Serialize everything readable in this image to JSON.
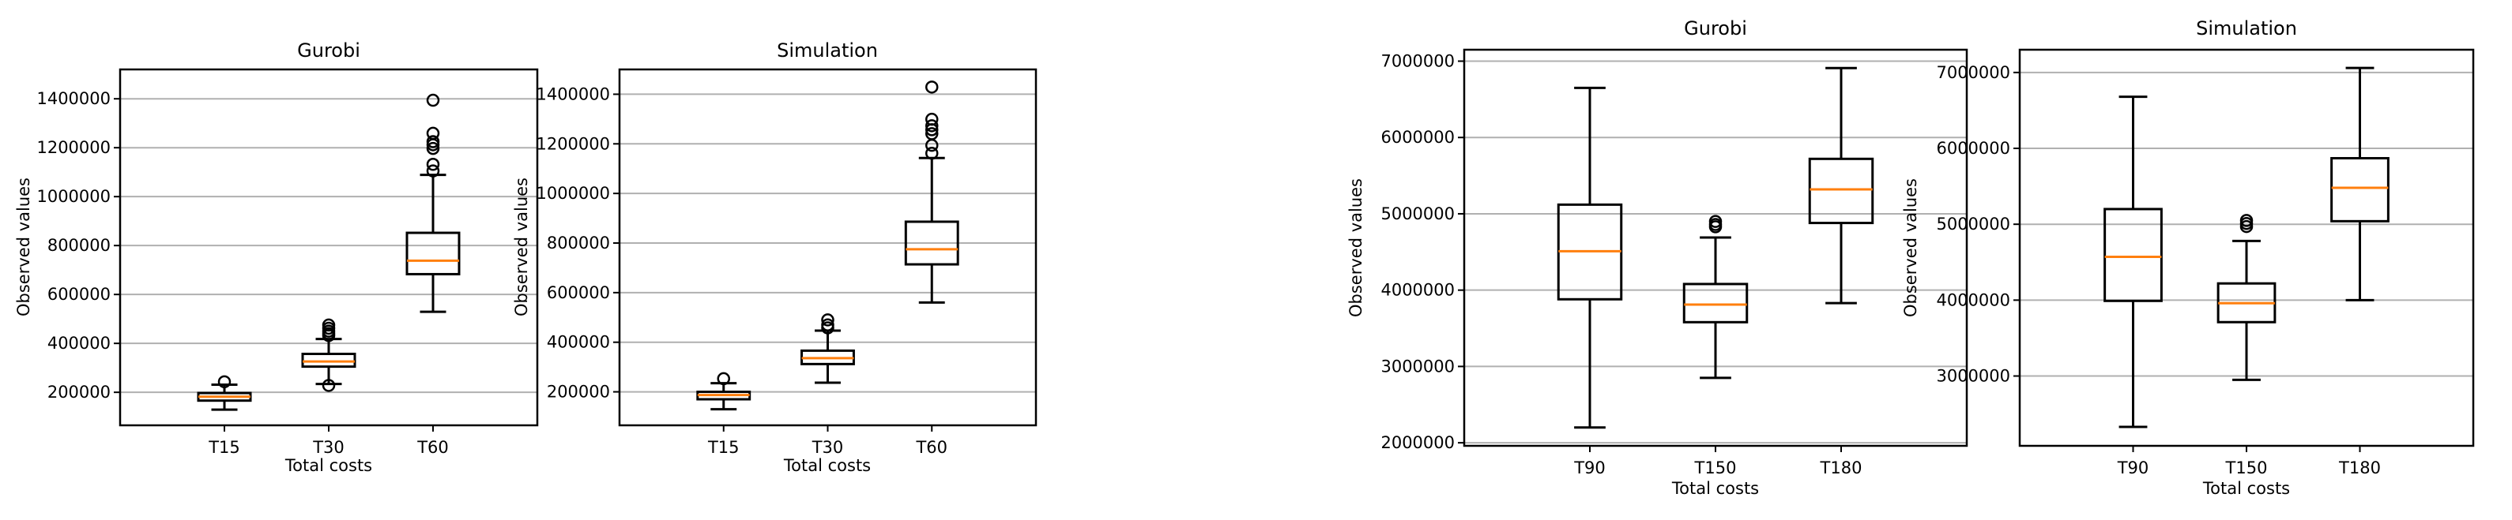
{
  "chart_data": [
    {
      "type": "box",
      "title": "Gurobi",
      "xlabel": "Total costs",
      "ylabel": "Observed values",
      "categories": [
        "T15",
        "T30",
        "T60"
      ],
      "yticks": [
        200000,
        400000,
        600000,
        800000,
        1000000,
        1200000,
        1400000
      ],
      "ylim": [
        65000,
        1520000
      ],
      "grid": "y",
      "boxes": [
        {
          "category": "T15",
          "whisker_low": 129000,
          "q1": 166000,
          "median": 182000,
          "q3": 197000,
          "whisker_high": 231000,
          "outliers": [
            243000
          ]
        },
        {
          "category": "T30",
          "whisker_low": 234000,
          "q1": 305000,
          "median": 326000,
          "q3": 357000,
          "whisker_high": 418000,
          "outliers": [
            228000,
            432000,
            440000,
            450000,
            462000,
            475000
          ]
        },
        {
          "category": "T60",
          "whisker_low": 529000,
          "q1": 683000,
          "median": 738000,
          "q3": 852000,
          "whisker_high": 1089000,
          "outliers": [
            1105000,
            1132000,
            1197000,
            1212000,
            1225000,
            1259000,
            1394000
          ]
        }
      ]
    },
    {
      "type": "box",
      "title": "Simulation",
      "xlabel": "Total costs",
      "ylabel": "Observed values",
      "categories": [
        "T15",
        "T30",
        "T60"
      ],
      "yticks": [
        200000,
        400000,
        600000,
        800000,
        1000000,
        1200000,
        1400000
      ],
      "ylim": [
        65000,
        1500000
      ],
      "grid": "y",
      "boxes": [
        {
          "category": "T15",
          "whisker_low": 130000,
          "q1": 170000,
          "median": 187000,
          "q3": 200000,
          "whisker_high": 235000,
          "outliers": [
            253000
          ]
        },
        {
          "category": "T30",
          "whisker_low": 237000,
          "q1": 312000,
          "median": 336000,
          "q3": 366000,
          "whisker_high": 447000,
          "outliers": [
            458000,
            470000,
            490000
          ]
        },
        {
          "category": "T60",
          "whisker_low": 560000,
          "q1": 714000,
          "median": 775000,
          "q3": 886000,
          "whisker_high": 1143000,
          "outliers": [
            1162000,
            1194000,
            1241000,
            1257000,
            1273000,
            1299000,
            1429000
          ]
        }
      ]
    },
    {
      "type": "box",
      "title": "Gurobi",
      "xlabel": "Total costs",
      "ylabel": "Observed values",
      "categories": [
        "T90",
        "T150",
        "T180"
      ],
      "yticks": [
        2000000,
        3000000,
        4000000,
        5000000,
        6000000,
        7000000
      ],
      "ylim": [
        1960000,
        7150000
      ],
      "grid": "y",
      "boxes": [
        {
          "category": "T90",
          "whisker_low": 2200000,
          "q1": 3880000,
          "median": 4510000,
          "q3": 5120000,
          "whisker_high": 6650000,
          "outliers": []
        },
        {
          "category": "T150",
          "whisker_low": 2850000,
          "q1": 3580000,
          "median": 3810000,
          "q3": 4080000,
          "whisker_high": 4690000,
          "outliers": [
            4830000,
            4860000,
            4900000
          ]
        },
        {
          "category": "T180",
          "whisker_low": 3830000,
          "q1": 4880000,
          "median": 5320000,
          "q3": 5720000,
          "whisker_high": 6910000,
          "outliers": []
        }
      ]
    },
    {
      "type": "box",
      "title": "Simulation",
      "xlabel": "Total costs",
      "ylabel": "Observed values",
      "categories": [
        "T90",
        "T150",
        "T180"
      ],
      "yticks": [
        3000000,
        4000000,
        5000000,
        6000000,
        7000000
      ],
      "ylim": [
        2080000,
        7300000
      ],
      "grid": "y",
      "boxes": [
        {
          "category": "T90",
          "whisker_low": 2330000,
          "q1": 3990000,
          "median": 4570000,
          "q3": 5200000,
          "whisker_high": 6680000,
          "outliers": []
        },
        {
          "category": "T150",
          "whisker_low": 2950000,
          "q1": 3710000,
          "median": 3960000,
          "q3": 4220000,
          "whisker_high": 4780000,
          "outliers": [
            4970000,
            5010000,
            5050000
          ]
        },
        {
          "category": "T180",
          "whisker_low": 4000000,
          "q1": 5040000,
          "median": 5480000,
          "q3": 5870000,
          "whisker_high": 7060000,
          "outliers": []
        }
      ]
    }
  ],
  "colors": {
    "box": "#000000",
    "median": "#ff7f0e",
    "grid": "#b0b0b0",
    "background": "#ffffff"
  }
}
